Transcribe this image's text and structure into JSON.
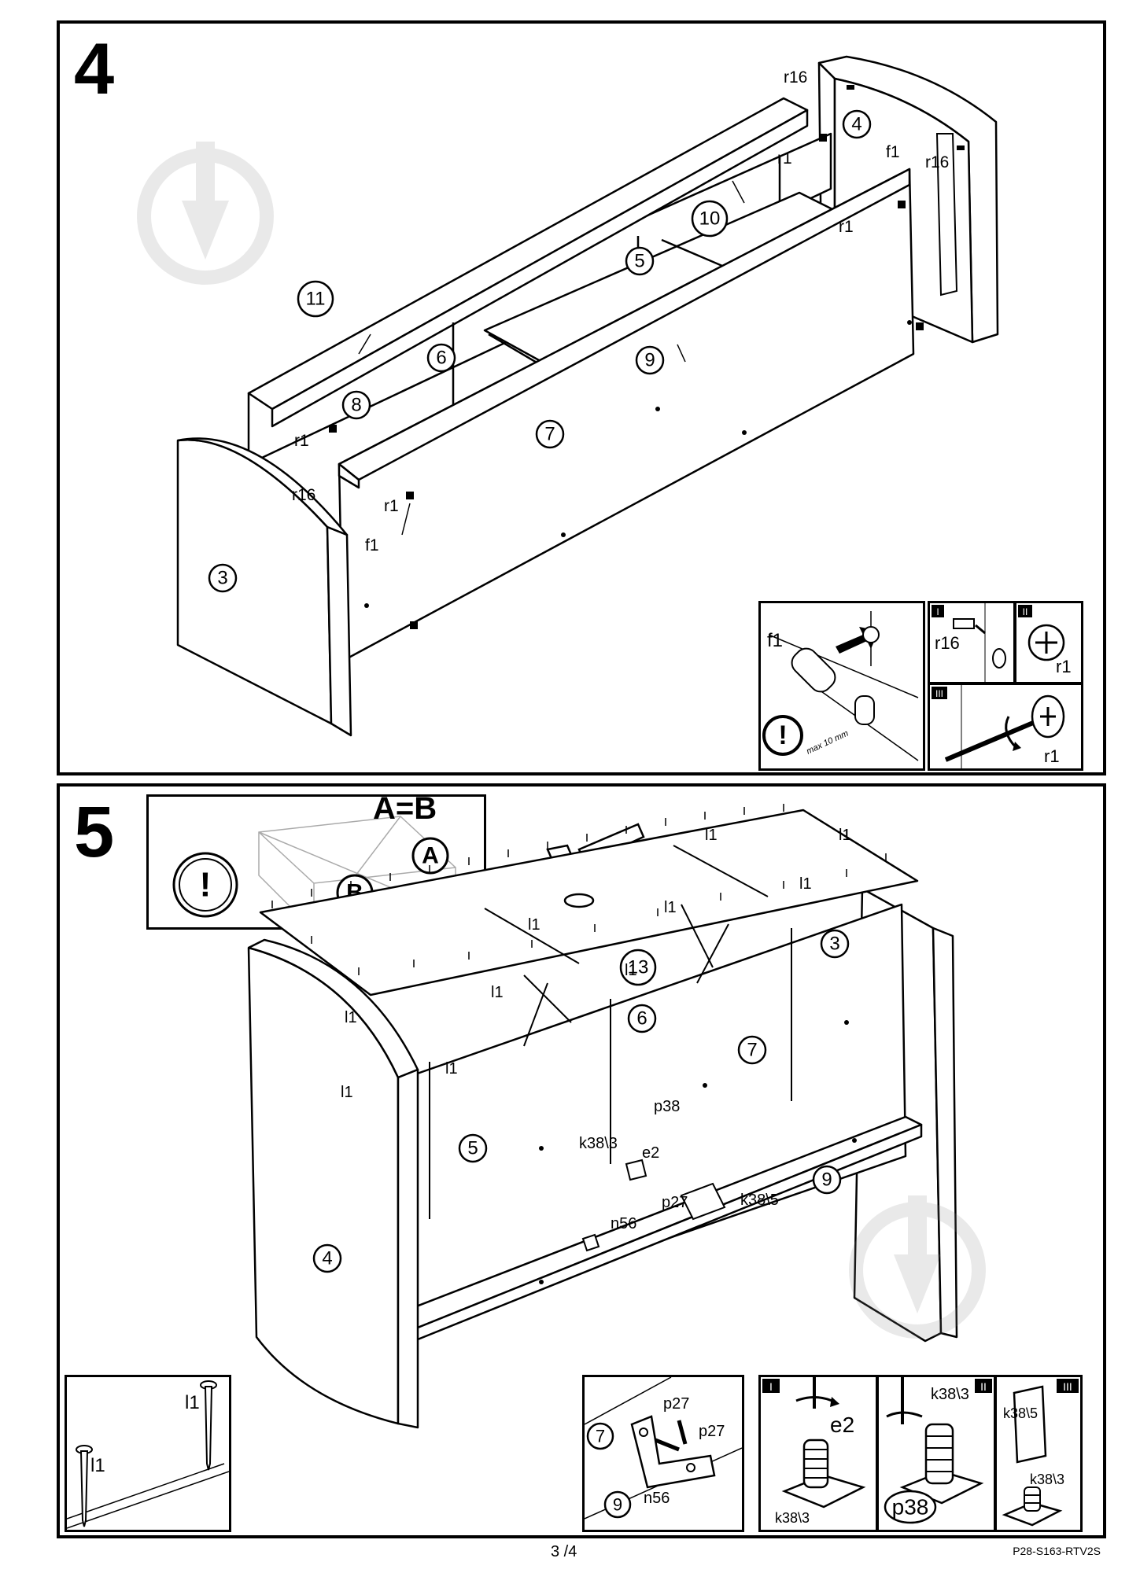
{
  "steps": {
    "step4": {
      "number": "4",
      "labels": {
        "p3": "3",
        "p4": "4",
        "p5": "5",
        "p6": "6",
        "p7": "7",
        "p8": "8",
        "p9": "9",
        "p10": "10",
        "p11": "11",
        "r1": "r1",
        "r16": "r16",
        "f1": "f1"
      },
      "detail": {
        "f1": "f1",
        "max": "max 10 mm",
        "warn": "!",
        "I": "I",
        "II": "II",
        "III": "III",
        "r16": "r16",
        "r1a": "r1",
        "r1b": "r1"
      }
    },
    "step5": {
      "number": "5",
      "check": {
        "title": "A=B",
        "a": "A",
        "b": "B",
        "warn": "!"
      },
      "labels": {
        "p3": "3",
        "p4": "4",
        "p5": "5",
        "p6": "6",
        "p7": "7",
        "p9": "9",
        "p13": "13",
        "l1": "l1",
        "p38": "p38",
        "k38_3": "k38\\3",
        "e2": "e2",
        "p27": "p27",
        "n56": "n56",
        "k38_5": "k38\\5"
      },
      "details": {
        "nails": {
          "l1": "l1"
        },
        "bracket": {
          "p7": "7",
          "p9": "9",
          "p27": "p27",
          "n56": "n56"
        },
        "foot1": {
          "roman": "I",
          "e2": "e2",
          "k38_3": "k38\\3"
        },
        "foot2": {
          "roman": "II",
          "k38_3": "k38\\3",
          "p38": "p38"
        },
        "foot3": {
          "roman": "III",
          "k38_5": "k38\\5",
          "k38_3": "k38\\3"
        }
      }
    }
  },
  "footer": {
    "page": "3 /4",
    "code": "P28-S163-RTV2S"
  }
}
